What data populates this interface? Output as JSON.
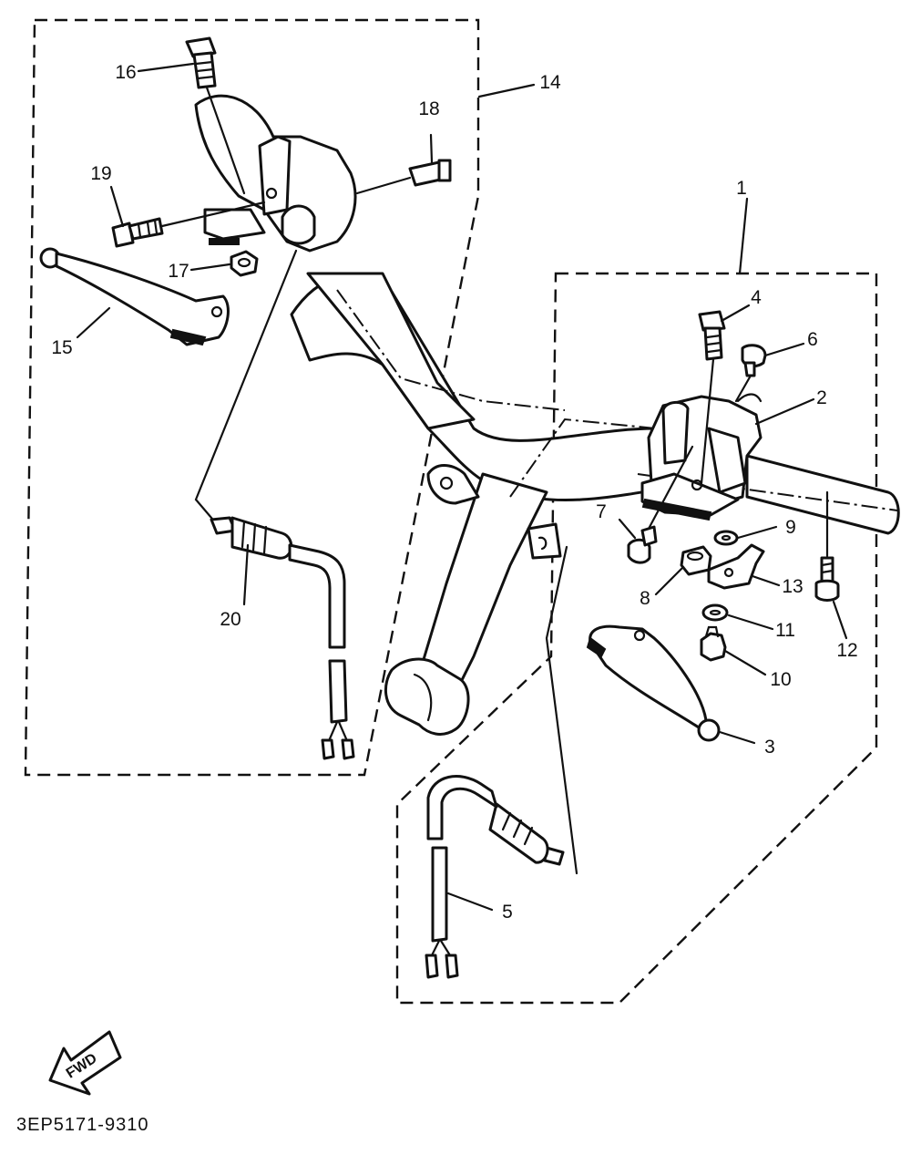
{
  "callouts": {
    "c1": "1",
    "c2": "2",
    "c3": "3",
    "c4": "4",
    "c5": "5",
    "c6": "6",
    "c7": "7",
    "c8": "8",
    "c9": "9",
    "c10": "10",
    "c11": "11",
    "c12": "12",
    "c13": "13",
    "c14": "14",
    "c15": "15",
    "c16": "16",
    "c17": "17",
    "c18": "18",
    "c19": "19",
    "c20": "20"
  },
  "fwd_label": "FWD",
  "drawing_code": "3EP5171-9310"
}
